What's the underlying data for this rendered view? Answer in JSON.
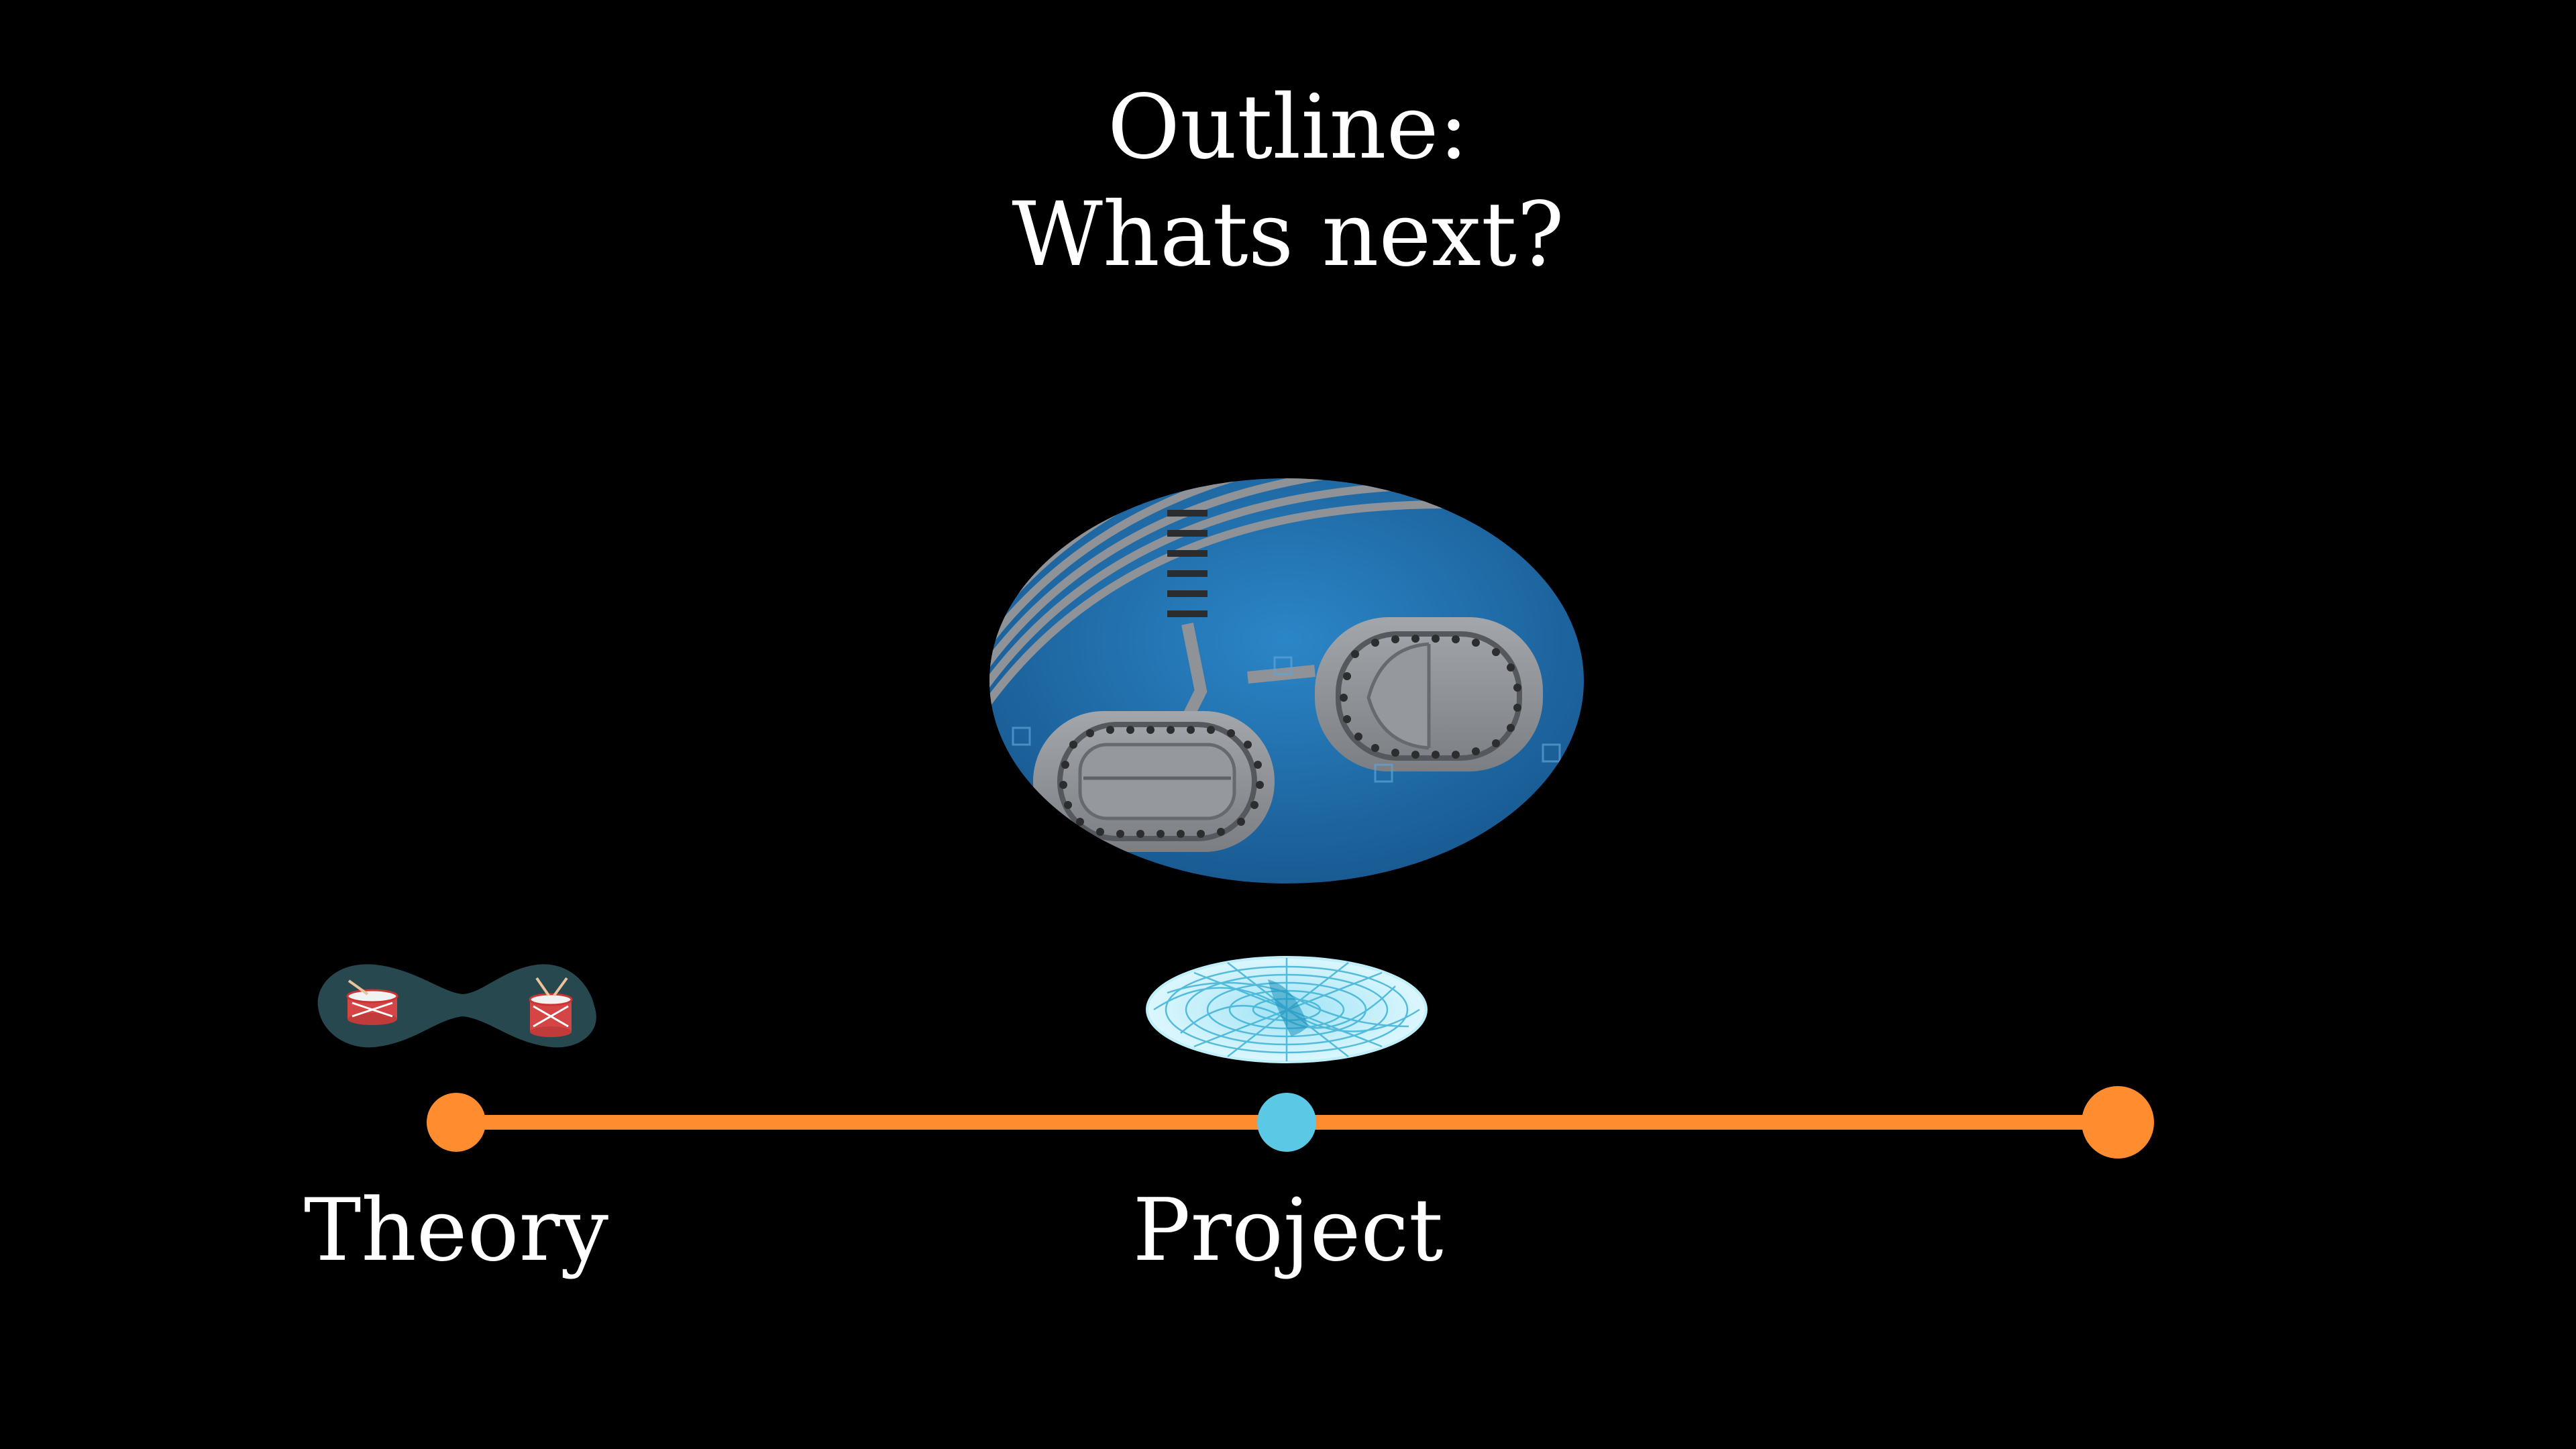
{
  "slide": {
    "title_line1": "Outline:",
    "title_line2": "Whats next?"
  },
  "timeline": {
    "milestones": [
      {
        "label": "Theory",
        "status": "done"
      },
      {
        "label": "Project",
        "status": "current"
      },
      {
        "label": "",
        "status": "upcoming"
      }
    ]
  },
  "colors": {
    "background": "#000000",
    "text": "#ffffff",
    "timeline_line": "#ff8c2e",
    "milestone_done": "#ff8c2e",
    "milestone_current": "#5bc8e6",
    "milestone_upcoming": "#ff8c2e",
    "device_substrate": "#1f6fae",
    "device_metal": "#8e9296"
  },
  "icons": {
    "theory": "coupled-drums-icon",
    "project": "membrane-mode-icon",
    "main": "device-micrograph"
  }
}
